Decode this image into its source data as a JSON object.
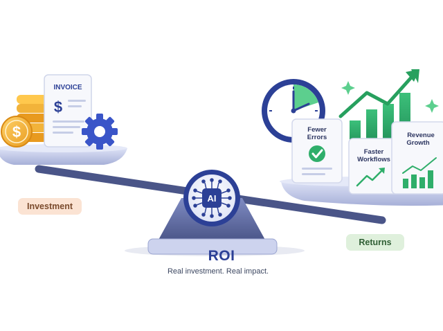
{
  "invoice": {
    "title": "INVOICE",
    "currency_symbol": "$"
  },
  "center_badge": {
    "label": "AI"
  },
  "cards": {
    "errors": {
      "line1": "Fewer",
      "line2": "Errors"
    },
    "workflows": {
      "line1": "Faster",
      "line2": "Workflows"
    },
    "revenue": {
      "line1": "Revenue",
      "line2": "Growth"
    }
  },
  "labels": {
    "investment": "Investment",
    "returns": "Returns",
    "roi": "ROI",
    "tagline": "Real investment. Real impact."
  },
  "colors": {
    "navy": "#2c4096",
    "gold": "#f2b33a",
    "green": "#2fae6a",
    "pan": "#cdd3ee",
    "beam": "#4a5588"
  },
  "icons": [
    "coin-stack-icon",
    "invoice-icon",
    "gear-icon",
    "clock-icon",
    "check-icon",
    "trend-arrow-icon",
    "ai-chip-icon",
    "sparkle-icon"
  ]
}
